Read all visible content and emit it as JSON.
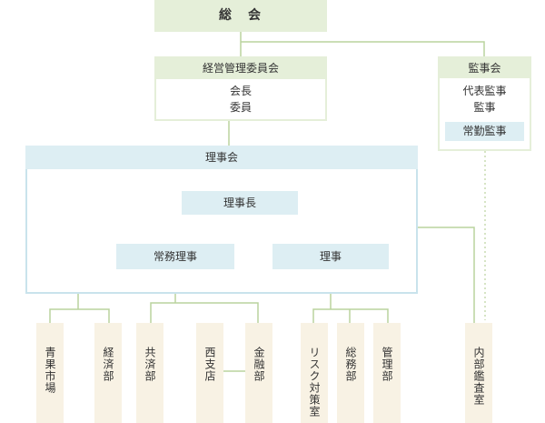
{
  "colors": {
    "green_fill": "#E5EFD9",
    "green_line": "#BAD39E",
    "blue_fill": "#DDEEF3",
    "blue_line": "#C9E3EC",
    "dept_fill": "#F8F2E4",
    "text": "#333333"
  },
  "top": {
    "general_meeting": "総　会"
  },
  "management_committee": {
    "title": "経営管理委員会",
    "members": [
      "会長",
      "委員"
    ]
  },
  "audit": {
    "title": "監事会",
    "members": [
      "代表監事",
      "監事"
    ],
    "standing": "常勤監事"
  },
  "board": {
    "title": "理事会",
    "chairman": "理事長",
    "executive": "常務理事",
    "director": "理事"
  },
  "departments": [
    "青果市場",
    "経済部",
    "共済部",
    "西支店",
    "金融部",
    "リスク対策室",
    "総務部",
    "管理部",
    "内部鑑査室"
  ]
}
